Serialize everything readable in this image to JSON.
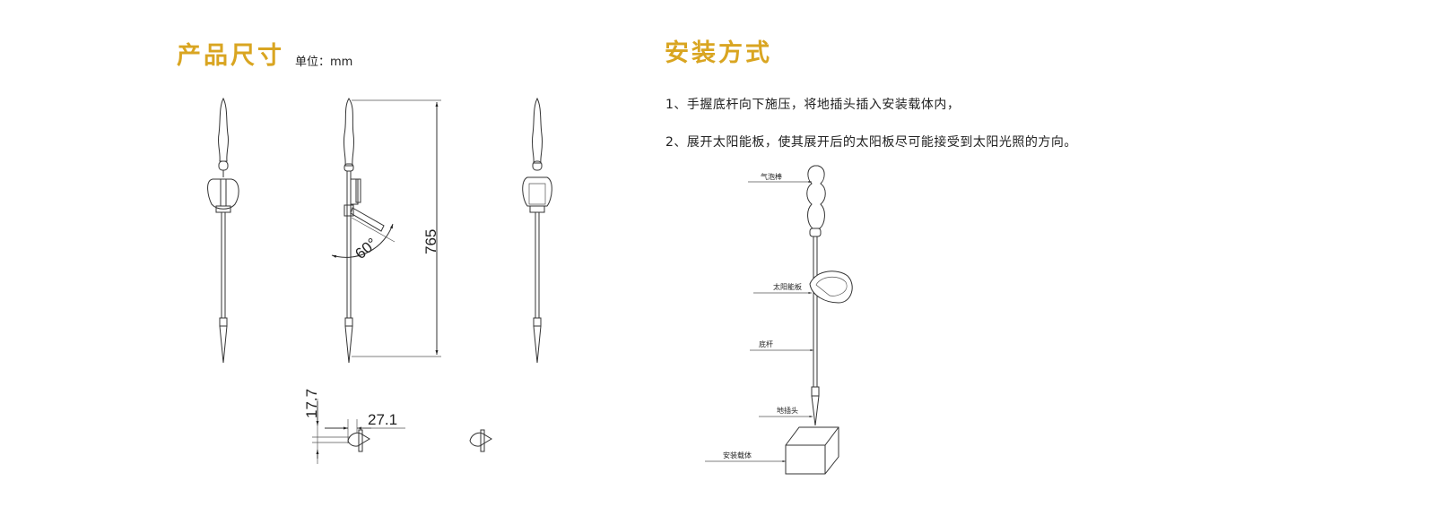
{
  "accent_color": "#d9a521",
  "dimensions": {
    "title": "产品尺寸",
    "unit": "单位：mm",
    "height": "765",
    "angle": "60°",
    "base_height": "17.7",
    "base_width": "27.1"
  },
  "installation": {
    "title": "安装方式",
    "steps": [
      "1、手握底杆向下施压，将地插头插入安装载体内，",
      "2、展开太阳能板，使其展开后的太阳板尽可能接受到太阳光照的方向。"
    ],
    "labels": {
      "bubble_stick": "气泡棒",
      "solar_panel": "太阳能板",
      "pole": "底杆",
      "ground_spike": "地插头",
      "carrier": "安装载体"
    }
  }
}
